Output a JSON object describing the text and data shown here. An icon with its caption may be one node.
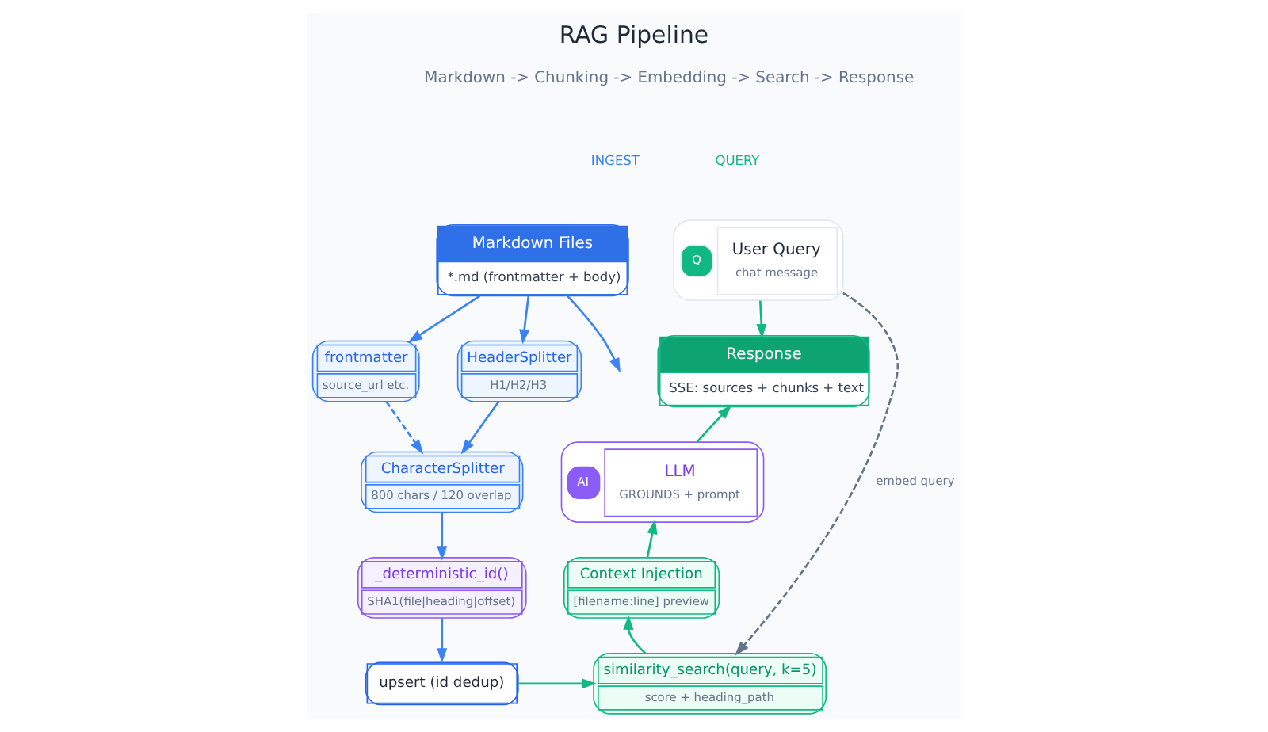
{
  "diagram": {
    "title": "RAG Pipeline",
    "nodes": [
      {
        "text": [
          "Markdown Files",
          "*.md (frontmatter + body)"
        ]
      },
      {
        "text": [
          "frontmatter",
          "source_url etc."
        ]
      },
      {
        "text": [
          "HeaderSplitter",
          "H1/H2/H3"
        ]
      },
      {
        "text": [
          "CharacterSplitter",
          "800 chars / 120 overlap"
        ]
      },
      {
        "text": [
          "_deterministic_id()",
          "SHA1(file|heading|offset)"
        ]
      },
      {
        "text": [
          "upsert (id dedup)"
        ]
      },
      {
        "text": [
          "Q",
          "User Query",
          "chat message"
        ]
      },
      {
        "text": [
          "Response",
          "SSE: sources + chunks + text"
        ]
      },
      {
        "text": [
          "AI",
          "LLM",
          "GROUNDS + prompt"
        ]
      },
      {
        "text": [
          "Context Injection",
          "[filename:line] preview"
        ]
      },
      {
        "text": [
          "similarity_search(query, k=5)",
          "score + heading_path"
        ]
      }
    ],
    "edges": [
      {
        "from": 0,
        "to": 1,
        "arrow": "to",
        "color": "#3b82f6"
      },
      {
        "from": 0,
        "to": null,
        "arrow": "to",
        "color": "#3b82f6"
      },
      {
        "from": 0,
        "to": 2,
        "arrow": "to",
        "color": "#3b82f6"
      },
      {
        "from": 1,
        "to": 3,
        "arrow": "to",
        "style": "dashed",
        "color": "#3b82f6"
      },
      {
        "from": 2,
        "to": 3,
        "arrow": "to",
        "color": "#3b82f6"
      },
      {
        "from": 3,
        "to": 4,
        "arrow": "to",
        "color": "#3b82f6"
      },
      {
        "from": 4,
        "to": 5,
        "arrow": "to",
        "color": "#3b82f6"
      },
      {
        "from": 5,
        "to": 10,
        "arrow": "to",
        "color": "#10b981"
      },
      {
        "from": 10,
        "to": 9,
        "arrow": "to",
        "color": "#10b981"
      },
      {
        "from": 9,
        "to": 8,
        "arrow": "to",
        "color": "#10b981"
      },
      {
        "from": 8,
        "to": 7,
        "arrow": "to",
        "color": "#10b981"
      },
      {
        "from": 6,
        "to": 7,
        "arrow": "to",
        "color": "#10b981"
      },
      {
        "from": 6,
        "to": 10,
        "arrow": "to",
        "style": "dashed",
        "color": "#64748b",
        "label": "embed query"
      }
    ],
    "labels": [
      "Markdown -> Chunking -> Embedding -> Search -> Response",
      "INGEST",
      "QUERY"
    ]
  }
}
